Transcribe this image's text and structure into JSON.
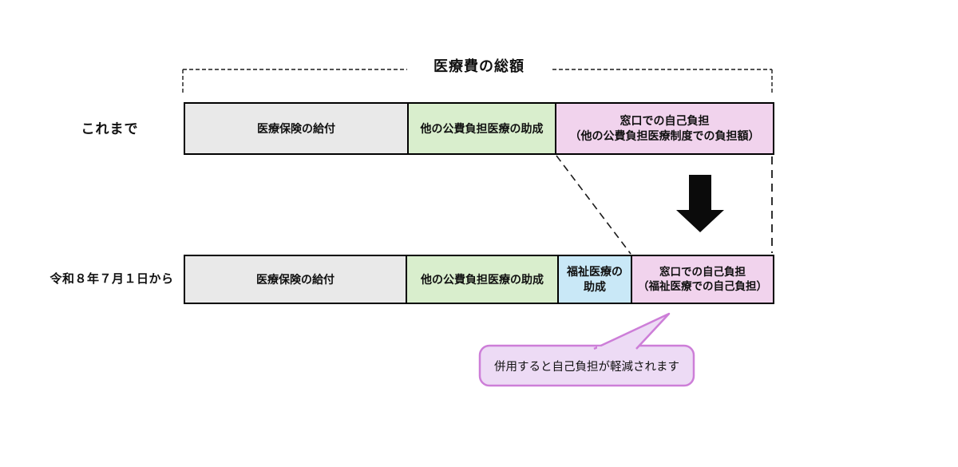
{
  "diagram": {
    "title": "医療費の総額",
    "colors": {
      "gray": "#e9e9e9",
      "green": "#d9eecd",
      "blue": "#c9e8f7",
      "pink": "#f1d3ed",
      "line": "#1a1a1a",
      "arrow": "#0b0b0b",
      "callout_fill": "#eddbf5",
      "callout_border": "#cd7ed8"
    },
    "rows": [
      {
        "label": "これまで",
        "segments": [
          {
            "line1": "医療保険の給付",
            "color": "#e9e9e9"
          },
          {
            "line1": "他の公費負担医療の助成",
            "color": "#d9eecd"
          },
          {
            "line1": "窓口での自己負担",
            "line2": "（他の公費負担医療制度での負担額）",
            "color": "#f1d3ed"
          }
        ]
      },
      {
        "label": "令和８年７月１日から",
        "segments": [
          {
            "line1": "医療保険の給付",
            "color": "#e9e9e9"
          },
          {
            "line1": "他の公費負担医療の助成",
            "color": "#d9eecd"
          },
          {
            "line1": "福祉医療の",
            "line2": "助成",
            "color": "#c9e8f7"
          },
          {
            "line1": "窓口での自己負担",
            "line2": "（福祉医療での自己負担）",
            "color": "#f1d3ed"
          }
        ]
      }
    ],
    "callout": {
      "text": "併用すると自己負担が軽減されます"
    }
  }
}
